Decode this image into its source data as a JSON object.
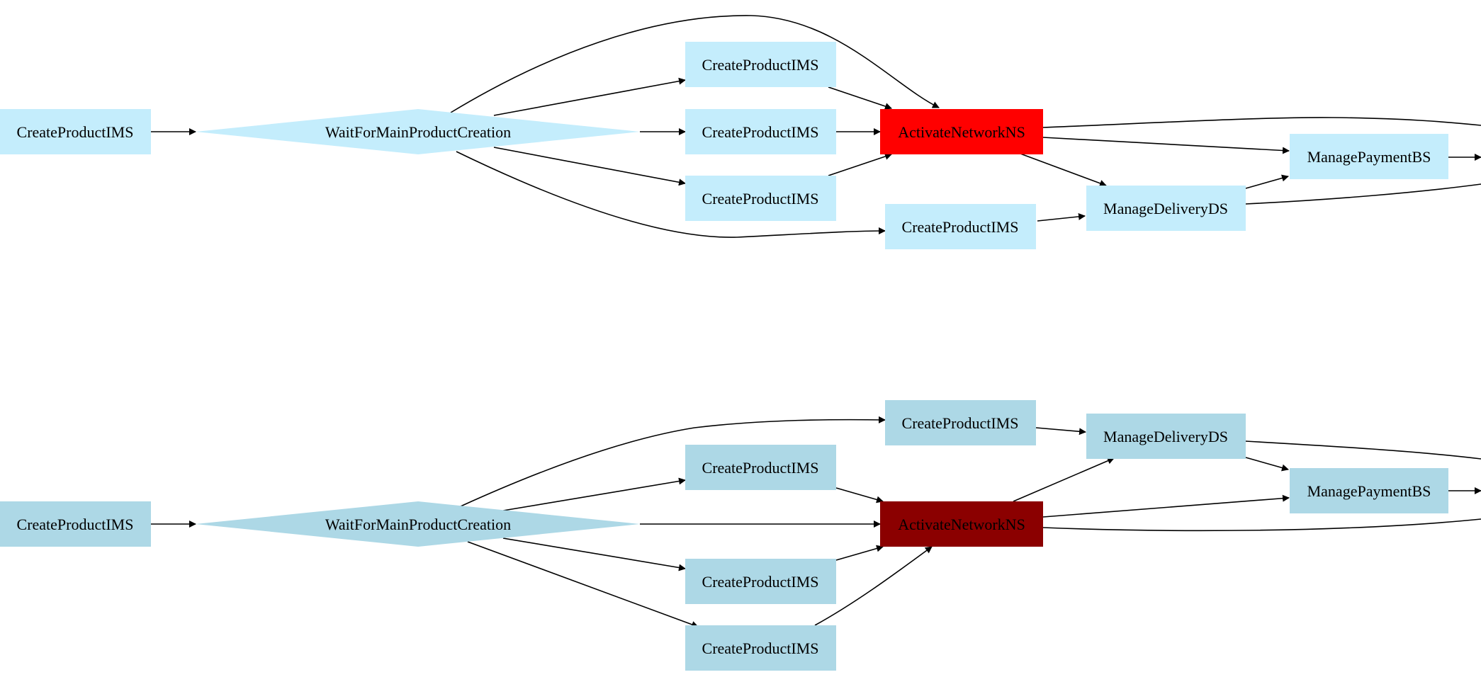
{
  "colors": {
    "top_node_fill": "#c4edfc",
    "bottom_node_fill": "#add8e6",
    "top_highlight_fill": "#ff0000",
    "bottom_highlight_fill": "#8b0000",
    "edge": "#000000"
  },
  "graphs": [
    {
      "id": "top",
      "nodes": [
        {
          "id": "start",
          "label": "CreateProductIMS",
          "shape": "box"
        },
        {
          "id": "wait",
          "label": "WaitForMainProductCreation",
          "shape": "diamond"
        },
        {
          "id": "cp_a",
          "label": "CreateProductIMS",
          "shape": "box"
        },
        {
          "id": "cp_b",
          "label": "CreateProductIMS",
          "shape": "box"
        },
        {
          "id": "cp_c",
          "label": "CreateProductIMS",
          "shape": "box"
        },
        {
          "id": "activate",
          "label": "ActivateNetworkNS",
          "shape": "box",
          "highlight": true
        },
        {
          "id": "cp_d",
          "label": "CreateProductIMS",
          "shape": "box"
        },
        {
          "id": "delivery",
          "label": "ManageDeliveryDS",
          "shape": "box"
        },
        {
          "id": "payment",
          "label": "ManagePaymentBS",
          "shape": "box"
        }
      ]
    },
    {
      "id": "bottom",
      "nodes": [
        {
          "id": "start",
          "label": "CreateProductIMS",
          "shape": "box"
        },
        {
          "id": "wait",
          "label": "WaitForMainProductCreation",
          "shape": "diamond"
        },
        {
          "id": "cp_top",
          "label": "CreateProductIMS",
          "shape": "box"
        },
        {
          "id": "cp_a",
          "label": "CreateProductIMS",
          "shape": "box"
        },
        {
          "id": "delivery",
          "label": "ManageDeliveryDS",
          "shape": "box"
        },
        {
          "id": "activate",
          "label": "ActivateNetworkNS",
          "shape": "box",
          "highlight": true
        },
        {
          "id": "payment",
          "label": "ManagePaymentBS",
          "shape": "box"
        },
        {
          "id": "cp_b",
          "label": "CreateProductIMS",
          "shape": "box"
        },
        {
          "id": "cp_c",
          "label": "CreateProductIMS",
          "shape": "box"
        }
      ]
    }
  ]
}
